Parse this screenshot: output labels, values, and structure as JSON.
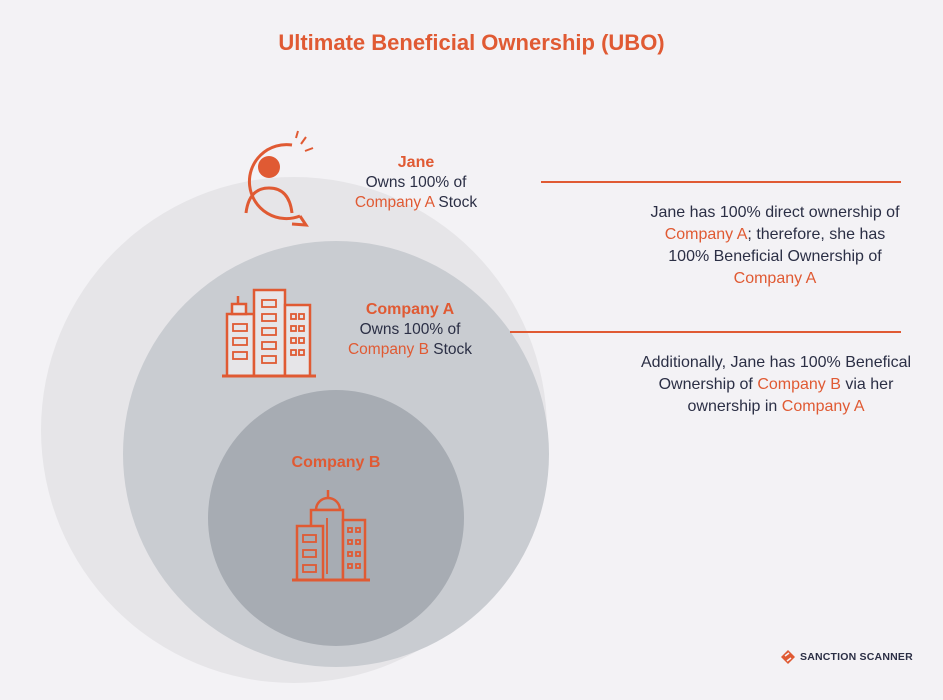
{
  "title": "Ultimate Beneficial Ownership (UBO)",
  "jane": {
    "name": "Jane",
    "line1": "Owns 100% of",
    "company": "Company A",
    "suffix": " Stock",
    "icon": "person-icon"
  },
  "company_a": {
    "name": "Company A",
    "line1": "Owns 100% of",
    "company": "Company B",
    "suffix": " Stock",
    "icon": "buildings-icon"
  },
  "company_b": {
    "name": "Company B",
    "icon": "domed-building-icon"
  },
  "note1": {
    "p1": "Jane has 100% direct ownership of ",
    "c1": "Company A",
    "p2": "; therefore, she has 100% Beneficial Ownership of ",
    "c2": "Company A"
  },
  "note2": {
    "p1": "Additionally, Jane has 100% Benefical Ownership of ",
    "c1": "Company B",
    "p2": " via her ownership in ",
    "c2": "Company A"
  },
  "brand": {
    "text": "SANCTION SCANNER"
  },
  "colors": {
    "accent": "#e05a33",
    "text": "#2b2f45",
    "outer_circle": "#e6e5e8",
    "middle_circle": "#c9ccd1",
    "inner_circle": "#a7acb3"
  }
}
